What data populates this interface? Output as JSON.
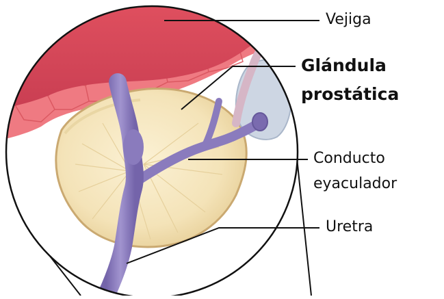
{
  "labels": {
    "bladder": "Vejiga",
    "prostate_line1": "Glándula",
    "prostate_line2": "prostática",
    "duct_line1": "Conducto",
    "duct_line2": "eyaculador",
    "urethra": "Uretra"
  },
  "colors": {
    "bladder_top": "#d8475a",
    "bladder_wall": "#ef7a82",
    "prostate_fill": "#f2dfb2",
    "prostate_edge": "#c9a96e",
    "urethra": "#8a7bbd",
    "seminal_vesicle": "#c9d4e2",
    "leader_line": "#111111"
  }
}
